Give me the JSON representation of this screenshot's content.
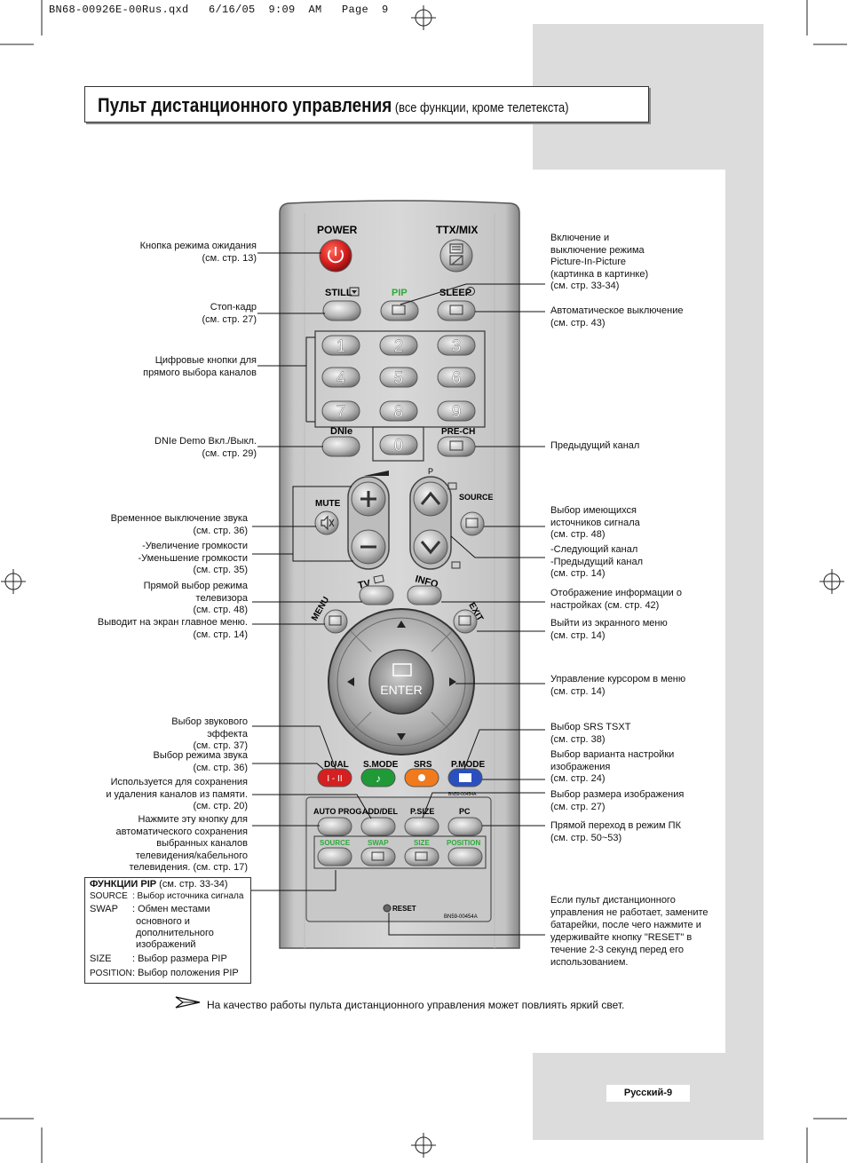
{
  "header_line": "BN68-00926E-00Rus.qxd   6/16/05  9:09  AM   Page  9",
  "title": {
    "main": "Пульт дистанционного управления",
    "sub": " (все функции, кроме телетекста)"
  },
  "remote": {
    "power": "POWER",
    "ttx_mix": "TTX/MIX",
    "still": "STILL",
    "pip": "PIP",
    "sleep": "SLEEP",
    "digits": [
      "1",
      "2",
      "3",
      "4",
      "5",
      "6",
      "7",
      "8",
      "9",
      "0"
    ],
    "dnie": "DNIe",
    "pre_ch": "PRE-CH",
    "mute": "MUTE",
    "source": "SOURCE",
    "p": "P",
    "tv": "TV",
    "info": "INFO",
    "menu": "MENU",
    "exit": "EXIT",
    "enter": "ENTER",
    "dual": "DUAL",
    "dual_sym": "I - II",
    "s_mode": "S.MODE",
    "srs": "SRS",
    "p_mode": "P.MODE",
    "auto_prog": "AUTO PROG.",
    "add_del": "ADD/DEL",
    "p_size": "P.SIZE",
    "pc": "PC",
    "g_source": "SOURCE",
    "g_swap": "SWAP",
    "g_size": "SIZE",
    "g_position": "POSITION",
    "reset": "RESET",
    "model": "BN59-00454A",
    "model_small": "BN59-00454A"
  },
  "left_labels": {
    "standby": [
      "Кнопка режима ожидания",
      "(см. стр. 13)"
    ],
    "still": [
      "Стоп-кадр",
      "(см. стр. 27)"
    ],
    "digits": [
      "Цифровые кнопки для",
      "прямого выбора каналов"
    ],
    "dnie": [
      "DNIe Demo Вкл./Выкл.",
      "(см. стр. 29)"
    ],
    "mute": [
      "Временное выключение звука",
      "(см. стр. 36)"
    ],
    "volume": [
      "-Увеличение громкости",
      "-Уменьшение громкости",
      "(см. стр. 35)"
    ],
    "tv": [
      "Прямой выбор режима",
      "телевизора",
      "(см. стр. 48)"
    ],
    "menu": [
      "Выводит на экран главное меню.",
      "(см. стр. 14)"
    ],
    "smode": [
      "Выбор звукового",
      "эффекта",
      "(см. стр. 37)"
    ],
    "dual": [
      "Выбор режима звука",
      "(см. стр. 36)"
    ],
    "adddel": [
      "Используется для сохранения",
      "и удаления каналов из памяти.",
      "(см. стр. 20)"
    ],
    "autoprog": [
      "Нажмите эту кнопку для",
      "автоматического сохранения",
      "выбранных каналов",
      "телевидения/кабельного",
      "телевидения. (см. стр. 17)"
    ]
  },
  "right_labels": {
    "pip": [
      "Включение и",
      "выключение режима",
      "Picture-In-Picture",
      "(картинка в картинке)",
      "(см. стр. 33-34)"
    ],
    "sleep": [
      "Автоматическое выключение",
      "(см. стр. 43)"
    ],
    "prech": [
      "Предыдущий канал"
    ],
    "source": [
      "Выбор имеющихся",
      "источников сигнала",
      "(см. стр. 48)"
    ],
    "channel": [
      "-Следующий канал",
      "-Предыдущий канал",
      "(см. стр. 14)"
    ],
    "info": [
      "Отображение информации о",
      "настройках (см. стр. 42)"
    ],
    "exit": [
      "Выйти из экранного меню",
      "(см. стр. 14)"
    ],
    "cursor": [
      "Управление курсором в меню",
      "(см. стр. 14)"
    ],
    "srs": [
      "Выбор SRS TSXT",
      "(см. стр. 38)"
    ],
    "pmode": [
      "Выбор варианта настройки",
      "изображения",
      "(см. стр. 24)"
    ],
    "psize": [
      "Выбор размера изображения",
      "(см. стр. 27)"
    ],
    "pc": [
      "Прямой переход в режим ПК",
      "(см. стр. 50~53)"
    ],
    "reset": [
      "Если пульт дистанционного",
      "управления не работает, замените",
      "батарейки, после чего нажмите и",
      "удерживайте кнопку \"RESET\" в",
      "течение 2-3 секунд перед его",
      "использованием."
    ]
  },
  "pip_box": {
    "title_bold": "ФУНКЦИИ PIP",
    "title_rest": " (см. стр. 33-34)",
    "source_key": "SOURCE",
    "source_val": ": Выбор источника сигнала",
    "swap_key": "SWAP",
    "swap_val": ": Обмен местами",
    "swap_cont": [
      "основного и",
      "дополнительного",
      "изображений"
    ],
    "size_key": "SIZE",
    "size_val": ": Выбор размера PIP",
    "position_key": "POSITION",
    "position_val": ": Выбор положения PIP"
  },
  "note": "На качество работы пульта дистанционного управления может повлиять яркий свет.",
  "page_number": "Русский-9",
  "colors": {
    "power_red": "#d81e1e",
    "pip_green": "#2eaa3a",
    "dual_red": "#d42020",
    "smode_green": "#1f9a36",
    "srs_orange": "#f07a1c",
    "pmode_blue": "#2b4fbf",
    "page_gray": "#dcdcdc"
  }
}
